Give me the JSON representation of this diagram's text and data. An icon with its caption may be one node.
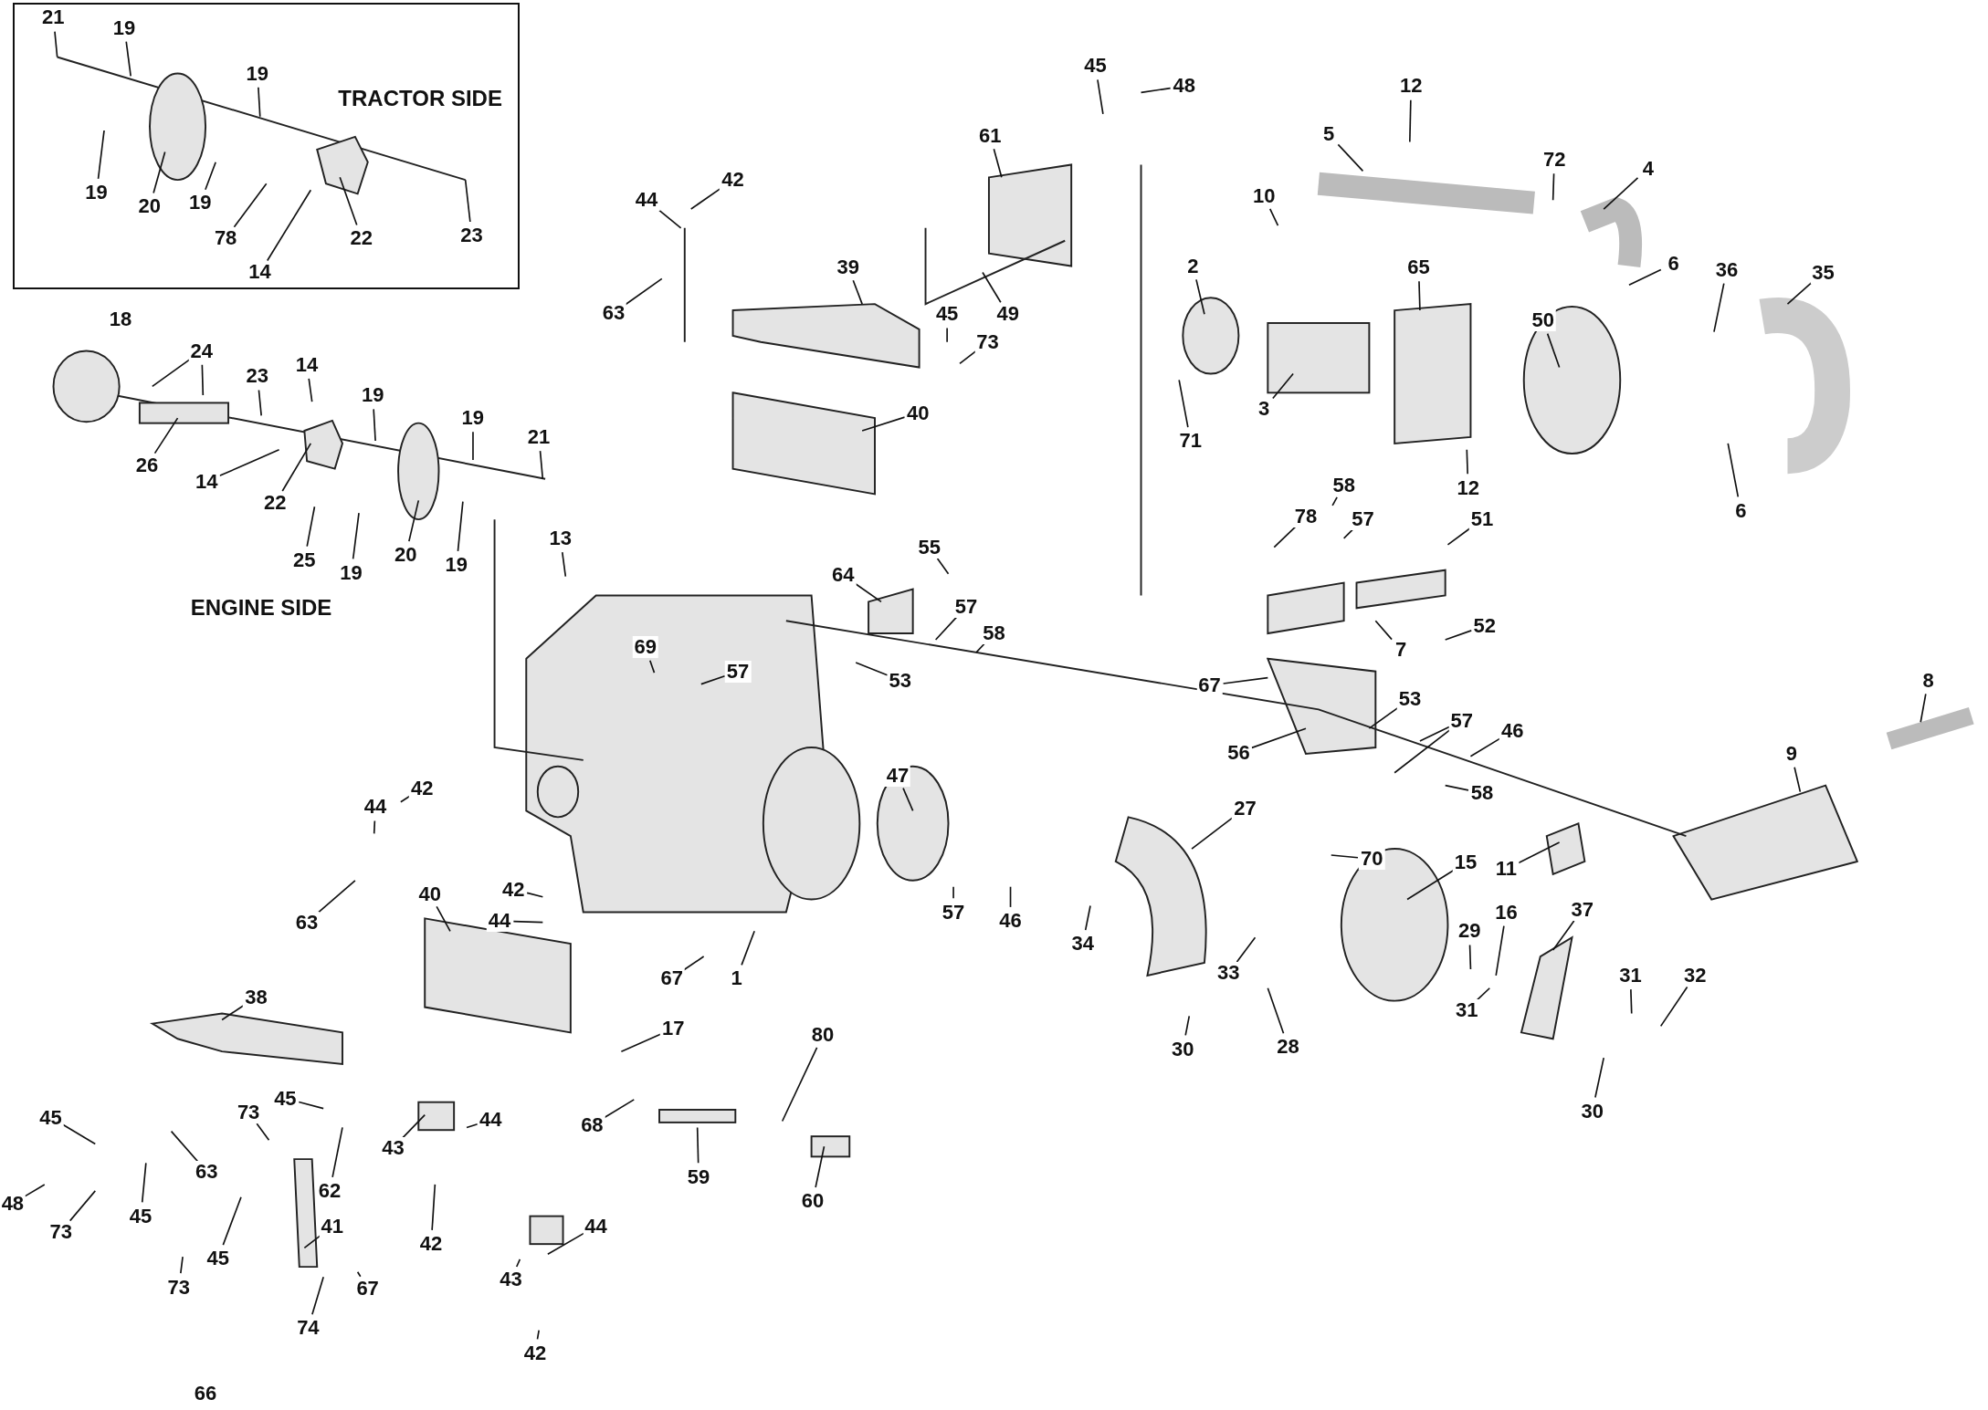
{
  "diagram": {
    "nodes": [
      {
        "text": [
          "TRACTOR SIDE"
        ]
      },
      {
        "text": [
          "21"
        ],
        "in": 0
      },
      {
        "text": [
          "19"
        ],
        "in": 0
      },
      {
        "text": [
          "19"
        ],
        "in": 0
      },
      {
        "text": [
          "19"
        ],
        "in": 0
      },
      {
        "text": [
          "20"
        ],
        "in": 0
      },
      {
        "text": [
          "19"
        ],
        "in": 0
      },
      {
        "text": [
          "78"
        ],
        "in": 0
      },
      {
        "text": [
          "14"
        ],
        "in": 0
      },
      {
        "text": [
          "22"
        ],
        "in": 0
      },
      {
        "text": [
          "23"
        ],
        "in": 0
      },
      {
        "text": [
          "24"
        ]
      },
      {
        "text": [
          "23"
        ]
      },
      {
        "text": [
          "14"
        ]
      },
      {
        "text": [
          "26"
        ]
      },
      {
        "text": [
          "14"
        ]
      },
      {
        "text": [
          "22"
        ]
      },
      {
        "text": [
          "19"
        ]
      },
      {
        "text": [
          "19"
        ]
      },
      {
        "text": [
          "21"
        ]
      },
      {
        "text": [
          "25"
        ]
      },
      {
        "text": [
          "19"
        ]
      },
      {
        "text": [
          "20"
        ]
      },
      {
        "text": [
          "19"
        ]
      },
      {
        "text": [
          "45"
        ]
      },
      {
        "text": [
          "48"
        ]
      },
      {
        "text": [
          "12"
        ]
      },
      {
        "text": [
          "5"
        ]
      },
      {
        "text": [
          "10"
        ]
      },
      {
        "text": [
          "72"
        ]
      },
      {
        "text": [
          "4"
        ]
      },
      {
        "text": [
          "61"
        ]
      },
      {
        "text": [
          "44"
        ]
      },
      {
        "text": [
          "42"
        ]
      },
      {
        "text": [
          "63"
        ]
      },
      {
        "text": [
          "39"
        ]
      },
      {
        "text": [
          "49"
        ]
      },
      {
        "text": [
          "45"
        ]
      },
      {
        "text": [
          "73"
        ]
      },
      {
        "text": [
          "2"
        ]
      },
      {
        "text": [
          "3"
        ]
      },
      {
        "text": [
          "71"
        ]
      },
      {
        "text": [
          "65"
        ]
      },
      {
        "text": [
          "50"
        ]
      },
      {
        "text": [
          "6"
        ]
      },
      {
        "text": [
          "36"
        ]
      },
      {
        "text": [
          "35"
        ]
      },
      {
        "text": [
          "12"
        ]
      },
      {
        "text": [
          "6"
        ]
      },
      {
        "text": [
          "40"
        ]
      },
      {
        "text": [
          "13"
        ]
      },
      {
        "text": [
          "55"
        ]
      },
      {
        "text": [
          "64"
        ]
      },
      {
        "text": [
          "57"
        ]
      },
      {
        "text": [
          "58"
        ]
      },
      {
        "text": [
          "53"
        ]
      },
      {
        "text": [
          "69"
        ]
      },
      {
        "text": [
          "57"
        ]
      },
      {
        "text": [
          "58"
        ]
      },
      {
        "text": [
          "57"
        ]
      },
      {
        "text": [
          "78"
        ]
      },
      {
        "text": [
          "51"
        ]
      },
      {
        "text": [
          "7"
        ]
      },
      {
        "text": [
          "52"
        ]
      },
      {
        "text": [
          "67"
        ]
      },
      {
        "text": [
          "53"
        ]
      },
      {
        "text": [
          "56"
        ]
      },
      {
        "text": [
          "57"
        ]
      },
      {
        "text": [
          "46"
        ]
      },
      {
        "text": [
          "58"
        ]
      },
      {
        "text": [
          "8"
        ]
      },
      {
        "text": [
          "9"
        ]
      },
      {
        "text": [
          "11"
        ]
      },
      {
        "text": [
          "47"
        ]
      },
      {
        "text": [
          "70"
        ]
      },
      {
        "text": [
          "27"
        ]
      },
      {
        "text": [
          "15"
        ]
      },
      {
        "text": [
          "42"
        ]
      },
      {
        "text": [
          "44"
        ]
      },
      {
        "text": [
          "63"
        ]
      },
      {
        "text": [
          "42"
        ]
      },
      {
        "text": [
          "40"
        ]
      },
      {
        "text": [
          "44"
        ]
      },
      {
        "text": [
          "57"
        ]
      },
      {
        "text": [
          "46"
        ]
      },
      {
        "text": [
          "34"
        ]
      },
      {
        "text": [
          "37"
        ]
      },
      {
        "text": [
          "16"
        ]
      },
      {
        "text": [
          "29"
        ]
      },
      {
        "text": [
          "33"
        ]
      },
      {
        "text": [
          "31"
        ]
      },
      {
        "text": [
          "31"
        ]
      },
      {
        "text": [
          "32"
        ]
      },
      {
        "text": [
          "67"
        ]
      },
      {
        "text": [
          "1"
        ]
      },
      {
        "text": [
          "38"
        ]
      },
      {
        "text": [
          "30"
        ]
      },
      {
        "text": [
          "28"
        ]
      },
      {
        "text": [
          "17"
        ]
      },
      {
        "text": [
          "80"
        ]
      },
      {
        "text": [
          "30"
        ]
      },
      {
        "text": [
          "45"
        ]
      },
      {
        "text": [
          "73"
        ]
      },
      {
        "text": [
          "45"
        ]
      },
      {
        "text": [
          "63"
        ]
      },
      {
        "text": [
          "62"
        ]
      },
      {
        "text": [
          "44"
        ]
      },
      {
        "text": [
          "43"
        ]
      },
      {
        "text": [
          "68"
        ]
      },
      {
        "text": [
          "59"
        ]
      },
      {
        "text": [
          "60"
        ]
      },
      {
        "text": [
          "48"
        ]
      },
      {
        "text": [
          "73"
        ]
      },
      {
        "text": [
          "45"
        ]
      },
      {
        "text": [
          "73"
        ]
      },
      {
        "text": [
          "45"
        ]
      },
      {
        "text": [
          "41"
        ]
      },
      {
        "text": [
          "42"
        ]
      },
      {
        "text": [
          "44"
        ]
      },
      {
        "text": [
          "43"
        ]
      },
      {
        "text": [
          "67"
        ]
      },
      {
        "text": [
          "74"
        ]
      },
      {
        "text": [
          "42"
        ]
      },
      {
        "text": [
          "66"
        ]
      },
      {
        "text": [
          "18"
        ]
      }
    ],
    "edges": [
      {
        "from": 1,
        "to": null,
        "arrow": "none"
      },
      {
        "from": 2,
        "to": null,
        "arrow": "none"
      },
      {
        "from": 3,
        "to": null,
        "arrow": "none"
      },
      {
        "from": 4,
        "to": null,
        "arrow": "none"
      },
      {
        "from": 5,
        "to": null,
        "arrow": "none"
      },
      {
        "from": 6,
        "to": null,
        "arrow": "none"
      },
      {
        "from": 7,
        "to": null,
        "arrow": "none"
      },
      {
        "from": 8,
        "to": null,
        "arrow": "none"
      },
      {
        "from": 9,
        "to": null,
        "arrow": "none"
      },
      {
        "from": 10,
        "to": null,
        "arrow": "none"
      },
      {
        "from": 11,
        "to": null,
        "arrow": "none"
      },
      {
        "from": 11,
        "to": null,
        "arrow": "none"
      },
      {
        "from": 12,
        "to": null,
        "arrow": "none"
      },
      {
        "from": 13,
        "to": null,
        "arrow": "none"
      },
      {
        "from": 14,
        "to": null,
        "arrow": "none"
      },
      {
        "from": 15,
        "to": null,
        "arrow": "none"
      },
      {
        "from": 16,
        "to": null,
        "arrow": "none"
      },
      {
        "from": 17,
        "to": null,
        "arrow": "none"
      },
      {
        "from": 18,
        "to": null,
        "arrow": "none"
      },
      {
        "from": 19,
        "to": null,
        "arrow": "none"
      },
      {
        "from": 20,
        "to": null,
        "arrow": "none"
      },
      {
        "from": 21,
        "to": null,
        "arrow": "none"
      },
      {
        "from": 22,
        "to": null,
        "arrow": "none"
      },
      {
        "from": 23,
        "to": null,
        "arrow": "none"
      },
      {
        "from": 24,
        "to": null,
        "arrow": "none"
      },
      {
        "from": 25,
        "to": null,
        "arrow": "none"
      },
      {
        "from": 26,
        "to": null,
        "arrow": "none"
      },
      {
        "from": 27,
        "to": null,
        "arrow": "none"
      },
      {
        "from": 28,
        "to": null,
        "arrow": "none"
      },
      {
        "from": 29,
        "to": null,
        "arrow": "none"
      },
      {
        "from": 30,
        "to": null,
        "arrow": "none"
      },
      {
        "from": 31,
        "to": null,
        "arrow": "none"
      },
      {
        "from": 32,
        "to": null,
        "arrow": "none"
      },
      {
        "from": 33,
        "to": null,
        "arrow": "none"
      },
      {
        "from": 34,
        "to": null,
        "arrow": "none"
      },
      {
        "from": 35,
        "to": null,
        "arrow": "none"
      },
      {
        "from": 36,
        "to": null,
        "arrow": "none"
      },
      {
        "from": 37,
        "to": null,
        "arrow": "none"
      },
      {
        "from": 38,
        "to": null,
        "arrow": "none"
      },
      {
        "from": 39,
        "to": null,
        "arrow": "none"
      },
      {
        "from": 40,
        "to": null,
        "arrow": "none"
      },
      {
        "from": 41,
        "to": null,
        "arrow": "none"
      },
      {
        "from": 42,
        "to": null,
        "arrow": "none"
      },
      {
        "from": 43,
        "to": null,
        "arrow": "none"
      },
      {
        "from": 44,
        "to": null,
        "arrow": "none"
      },
      {
        "from": 45,
        "to": null,
        "arrow": "none"
      },
      {
        "from": 46,
        "to": null,
        "arrow": "none"
      },
      {
        "from": 47,
        "to": null,
        "arrow": "none"
      },
      {
        "from": 48,
        "to": null,
        "arrow": "none"
      },
      {
        "from": 49,
        "to": null,
        "arrow": "none"
      },
      {
        "from": 50,
        "to": null,
        "arrow": "none"
      },
      {
        "from": 51,
        "to": null,
        "arrow": "none"
      },
      {
        "from": 52,
        "to": null,
        "arrow": "none"
      },
      {
        "from": 53,
        "to": null,
        "arrow": "none"
      },
      {
        "from": 54,
        "to": null,
        "arrow": "none"
      },
      {
        "from": 55,
        "to": null,
        "arrow": "none"
      },
      {
        "from": 56,
        "to": null,
        "arrow": "none"
      },
      {
        "from": 57,
        "to": null,
        "arrow": "none"
      },
      {
        "from": 58,
        "to": null,
        "arrow": "none"
      },
      {
        "from": 59,
        "to": null,
        "arrow": "none"
      },
      {
        "from": 60,
        "to": null,
        "arrow": "none"
      },
      {
        "from": 61,
        "to": null,
        "arrow": "none"
      },
      {
        "from": 62,
        "to": null,
        "arrow": "none"
      },
      {
        "from": 63,
        "to": null,
        "arrow": "none"
      },
      {
        "from": 64,
        "to": null,
        "arrow": "none"
      },
      {
        "from": 65,
        "to": null,
        "arrow": "none"
      },
      {
        "from": 66,
        "to": null,
        "arrow": "none"
      },
      {
        "from": 67,
        "to": null,
        "arrow": "none"
      },
      {
        "from": 67,
        "to": null,
        "arrow": "none"
      },
      {
        "from": 68,
        "to": null,
        "arrow": "none"
      },
      {
        "from": 69,
        "to": null,
        "arrow": "none"
      },
      {
        "from": 70,
        "to": null,
        "arrow": "none"
      },
      {
        "from": 71,
        "to": null,
        "arrow": "none"
      },
      {
        "from": 72,
        "to": null,
        "arrow": "none"
      },
      {
        "from": 73,
        "to": null,
        "arrow": "none"
      },
      {
        "from": 74,
        "to": null,
        "arrow": "none"
      },
      {
        "from": 75,
        "to": null,
        "arrow": "none"
      },
      {
        "from": 76,
        "to": null,
        "arrow": "none"
      },
      {
        "from": 77,
        "to": null,
        "arrow": "none"
      },
      {
        "from": 78,
        "to": null,
        "arrow": "none"
      },
      {
        "from": 79,
        "to": null,
        "arrow": "none"
      },
      {
        "from": 80,
        "to": null,
        "arrow": "none"
      },
      {
        "from": 81,
        "to": null,
        "arrow": "none"
      },
      {
        "from": 82,
        "to": null,
        "arrow": "none"
      },
      {
        "from": 83,
        "to": null,
        "arrow": "none"
      },
      {
        "from": 84,
        "to": null,
        "arrow": "none"
      },
      {
        "from": 85,
        "to": null,
        "arrow": "none"
      },
      {
        "from": 86,
        "to": null,
        "arrow": "none"
      },
      {
        "from": 87,
        "to": null,
        "arrow": "none"
      },
      {
        "from": 88,
        "to": null,
        "arrow": "none"
      },
      {
        "from": 89,
        "to": null,
        "arrow": "none"
      },
      {
        "from": 90,
        "to": null,
        "arrow": "none"
      },
      {
        "from": 91,
        "to": null,
        "arrow": "none"
      },
      {
        "from": 92,
        "to": null,
        "arrow": "none"
      },
      {
        "from": 93,
        "to": null,
        "arrow": "none"
      },
      {
        "from": 94,
        "to": null,
        "arrow": "none"
      },
      {
        "from": 95,
        "to": null,
        "arrow": "none"
      },
      {
        "from": 96,
        "to": null,
        "arrow": "none"
      },
      {
        "from": 97,
        "to": null,
        "arrow": "none"
      },
      {
        "from": 98,
        "to": null,
        "arrow": "none"
      },
      {
        "from": 99,
        "to": null,
        "arrow": "none"
      },
      {
        "from": 100,
        "to": null,
        "arrow": "none"
      },
      {
        "from": 101,
        "to": null,
        "arrow": "none"
      },
      {
        "from": 102,
        "to": null,
        "arrow": "none"
      },
      {
        "from": 103,
        "to": null,
        "arrow": "none"
      },
      {
        "from": 104,
        "to": null,
        "arrow": "none"
      },
      {
        "from": 105,
        "to": null,
        "arrow": "none"
      },
      {
        "from": 106,
        "to": null,
        "arrow": "none"
      },
      {
        "from": 107,
        "to": null,
        "arrow": "none"
      },
      {
        "from": 108,
        "to": null,
        "arrow": "none"
      },
      {
        "from": 109,
        "to": null,
        "arrow": "none"
      },
      {
        "from": 110,
        "to": null,
        "arrow": "none"
      },
      {
        "from": 111,
        "to": null,
        "arrow": "none"
      },
      {
        "from": 112,
        "to": null,
        "arrow": "none"
      },
      {
        "from": 113,
        "to": null,
        "arrow": "none"
      },
      {
        "from": 114,
        "to": null,
        "arrow": "none"
      },
      {
        "from": 115,
        "to": null,
        "arrow": "none"
      },
      {
        "from": 116,
        "to": null,
        "arrow": "none"
      },
      {
        "from": 117,
        "to": null,
        "arrow": "none"
      },
      {
        "from": 118,
        "to": null,
        "arrow": "none"
      },
      {
        "from": 119,
        "to": null,
        "arrow": "none"
      },
      {
        "from": 120,
        "to": null,
        "arrow": "none"
      },
      {
        "from": 121,
        "to": null,
        "arrow": "none"
      },
      {
        "from": 122,
        "to": null,
        "arrow": "none"
      }
    ],
    "labels": [
      "ENGINE SIDE"
    ]
  }
}
